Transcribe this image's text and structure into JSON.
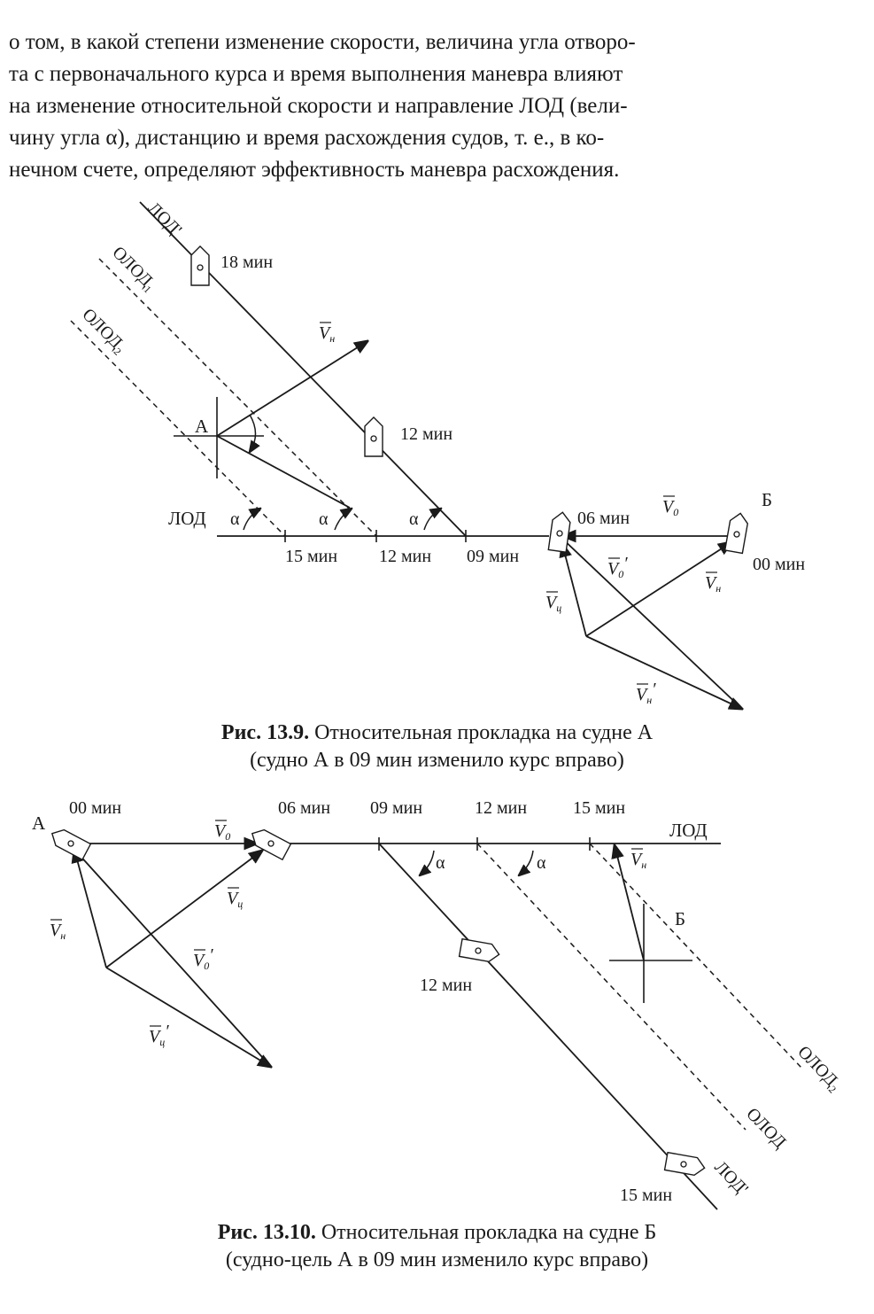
{
  "paragraph": {
    "lines": [
      "о том, в какой степени изменение скорости, величина угла отворо-",
      "та с первоначального курса и время выполнения маневра влияют",
      "на изменение относительной скорости и направление ЛОД (вели-",
      "чину угла α), дистанцию и время расхождения судов, т. е., в ко-",
      "нечном счете, определяют эффективность маневра расхождения."
    ]
  },
  "fig1": {
    "labels": {
      "lod_prime": "ЛОД'",
      "olod1": "ОЛОД₁",
      "olod2": "ОЛОД₂",
      "t18": "18 мин",
      "t12": "12 мин",
      "A": "А",
      "vn": "V",
      "vn_sub": "н",
      "lod": "ЛОД",
      "alpha": "α",
      "t15_axis": "15 мин",
      "t12_axis": "12 мин",
      "t09_axis": "09 мин",
      "t06": "06 мин",
      "v0": "V",
      "v0_sub": "0",
      "B": "Б",
      "t00": "00 мин",
      "v0p": "V",
      "v0p_sub": "0",
      "v0p_prime": "′",
      "vn2": "V",
      "vn2_sub": "н",
      "vc": "V",
      "vc_sub": "ц",
      "vnp": "V",
      "vnp_sub": "н",
      "vnp_prime": "′"
    },
    "caption_bold": "Рис. 13.9.",
    "caption_rest": " Относительная прокладка на судне А",
    "caption_line2": "(судно А в 09 мин изменило курс вправо)"
  },
  "fig2": {
    "labels": {
      "A": "А",
      "t00": "00 мин",
      "t06": "06 мин",
      "t09": "09 мин",
      "t12": "12 мин",
      "t15": "15 мин",
      "lod": "ЛОД",
      "v0": "V",
      "v0_sub": "0",
      "vc": "V",
      "vc_sub": "ц",
      "vn": "V",
      "vn_sub": "н",
      "v0p": "V",
      "v0p_sub": "0",
      "v0p_prime": "′",
      "vcp": "V",
      "vcp_sub": "ц",
      "vcp_prime": "′",
      "alpha": "α",
      "vn_right": "V",
      "vn_right_sub": "н",
      "B": "Б",
      "t12_ship": "12 мин",
      "t15_ship": "15 мин",
      "olod2": "ОЛОД₂",
      "olod": "ОЛОД",
      "lod_prime": "ЛОД'"
    },
    "caption_bold": "Рис. 13.10.",
    "caption_rest": " Относительная прокладка на судне Б",
    "caption_line2": "(судно-цель А в 09 мин изменило курс вправо)"
  }
}
